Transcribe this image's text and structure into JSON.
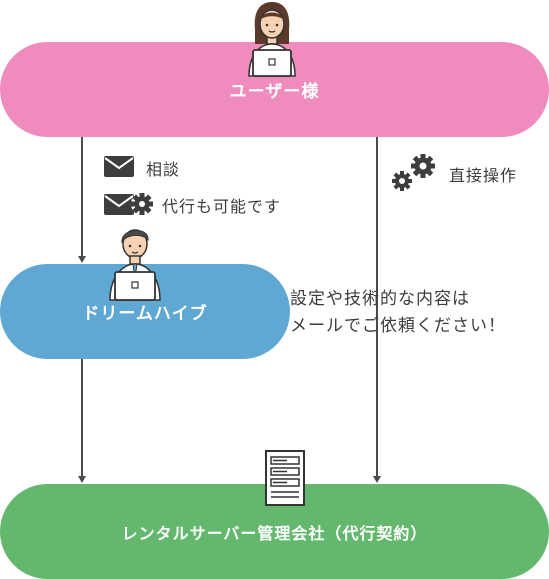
{
  "colors": {
    "user": "#f08bbd",
    "dreamhive": "#5fa8d3",
    "server": "#63b86e",
    "line": "#4a4a4a"
  },
  "nodes": {
    "user": "ユーザー様",
    "dreamhive": "ドリームハイブ",
    "server": "レンタルサーバー管理会社（代行契約）"
  },
  "edges": {
    "consult": "相談",
    "proxy": "代行も可能です",
    "direct": "直接操作"
  },
  "note": {
    "line1": "設定や技術的な内容は",
    "line2": "メールでご依頼ください！"
  },
  "icons": {
    "user_person": "woman-with-laptop-icon",
    "dm_person": "man-with-laptop-icon",
    "mail": "mail-icon",
    "mail_gear": "mail-gear-icon",
    "gears": "gears-icon",
    "server": "server-icon"
  }
}
